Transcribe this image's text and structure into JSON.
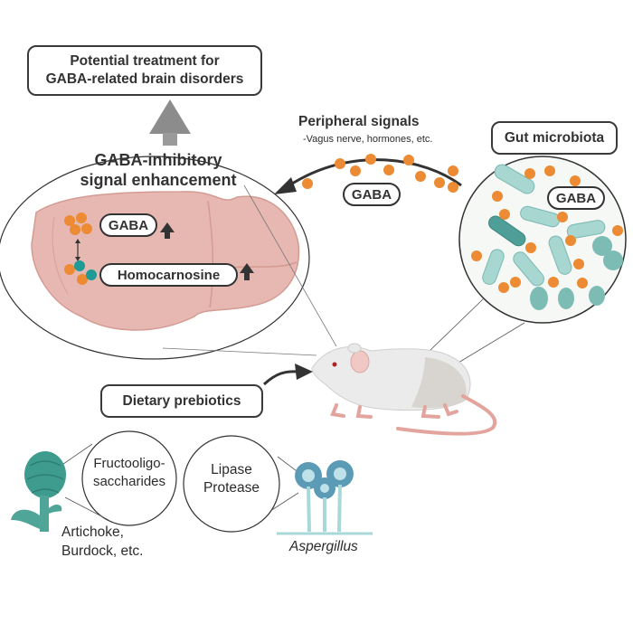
{
  "treatment_box": {
    "line1": "Potential treatment for",
    "line2": "GABA-related brain disorders"
  },
  "brain_heading": {
    "line1": "GABA-inhibitory",
    "line2": "signal enhancement"
  },
  "brain_labels": {
    "gaba": "GABA",
    "homocarnosine": "Homocarnosine"
  },
  "peripheral": {
    "title": "Peripheral signals",
    "subtitle": "-Vagus nerve, hormones, etc.",
    "gaba_label": "GABA"
  },
  "gut": {
    "title": "Gut microbiota",
    "gaba_label": "GABA"
  },
  "dietary": {
    "title": "Dietary prebiotics"
  },
  "circles": {
    "left": {
      "line1": "Fructooligo-",
      "line2": "saccharides"
    },
    "right": {
      "line1": "Lipase",
      "line2": "Protease"
    }
  },
  "sources": {
    "plant": {
      "line1": "Artichoke,",
      "line2": "Burdock, etc."
    },
    "fungus": "Aspergillus"
  },
  "colors": {
    "gaba_orange": "#ec8b33",
    "homocarnosine_teal": "#1f9a95",
    "brain_pink": "#e3b4ad",
    "bacteria_teal": "#9fd0cc",
    "arrow_gray": "#8a8a8a",
    "dark_arrow": "#333333"
  }
}
